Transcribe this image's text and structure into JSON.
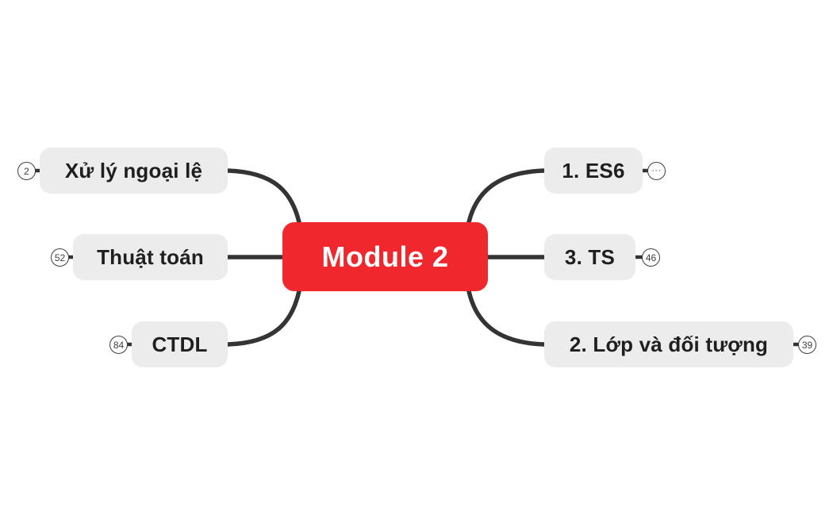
{
  "app": "mind-map-canvas",
  "colors": {
    "canvas_bg": "#ffffff",
    "accent_red": "#f0282d",
    "root_text": "#ffffff",
    "topic_bg": "#ececec",
    "topic_text": "#1f1f1f",
    "connector": "#343434",
    "badge": "#3f3f3f"
  },
  "root": {
    "label": "Module 2"
  },
  "left_branches": [
    {
      "label": "Xử lý ngoại lệ",
      "count": "2"
    },
    {
      "label": "Thuật toán",
      "count": "52"
    },
    {
      "label": "CTDL",
      "count": "84"
    }
  ],
  "right_branches": [
    {
      "label": "1. ES6",
      "count": "···"
    },
    {
      "label": "3. TS",
      "count": "46"
    },
    {
      "label": "2. Lớp và đối tượng",
      "count": "39"
    }
  ]
}
